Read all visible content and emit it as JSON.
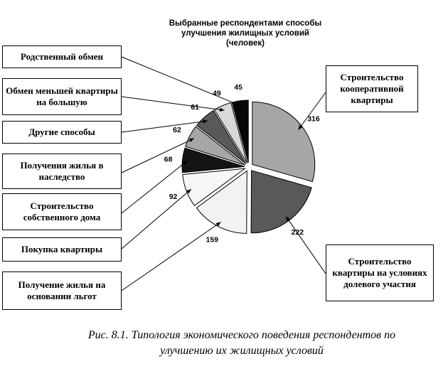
{
  "chart_data": {
    "type": "pie",
    "title_lines": [
      "Выбранные респондентами способы",
      "улучшения жилищных условий",
      "(человек)"
    ],
    "categories": [
      "Строительство кооперативной квартиры",
      "Строительство квартиры на условиях долевого участия",
      "Получение жилья на основании льгот",
      "Покупка квартиры",
      "Строительство собственного дома",
      "Получения жилья в наследство",
      "Другие способы",
      "Обмен меньшей квартиры на большую",
      "Родственный обмен"
    ],
    "values": [
      316,
      222,
      159,
      92,
      68,
      62,
      61,
      49,
      45
    ],
    "colors": [
      "#a6a6a6",
      "#595959",
      "#f2f2f2",
      "#f7f7f7",
      "#141414",
      "#a6a6a6",
      "#595959",
      "#d9d9d9",
      "#080808"
    ],
    "data_labels": [
      "316",
      "222",
      "159",
      "92",
      "68",
      "62",
      "61",
      "49",
      "45"
    ]
  },
  "caption": {
    "line1": "Рис. 8.1. Типология экономического поведения респондентов по",
    "line2": "улучшению их жилищных условий"
  }
}
